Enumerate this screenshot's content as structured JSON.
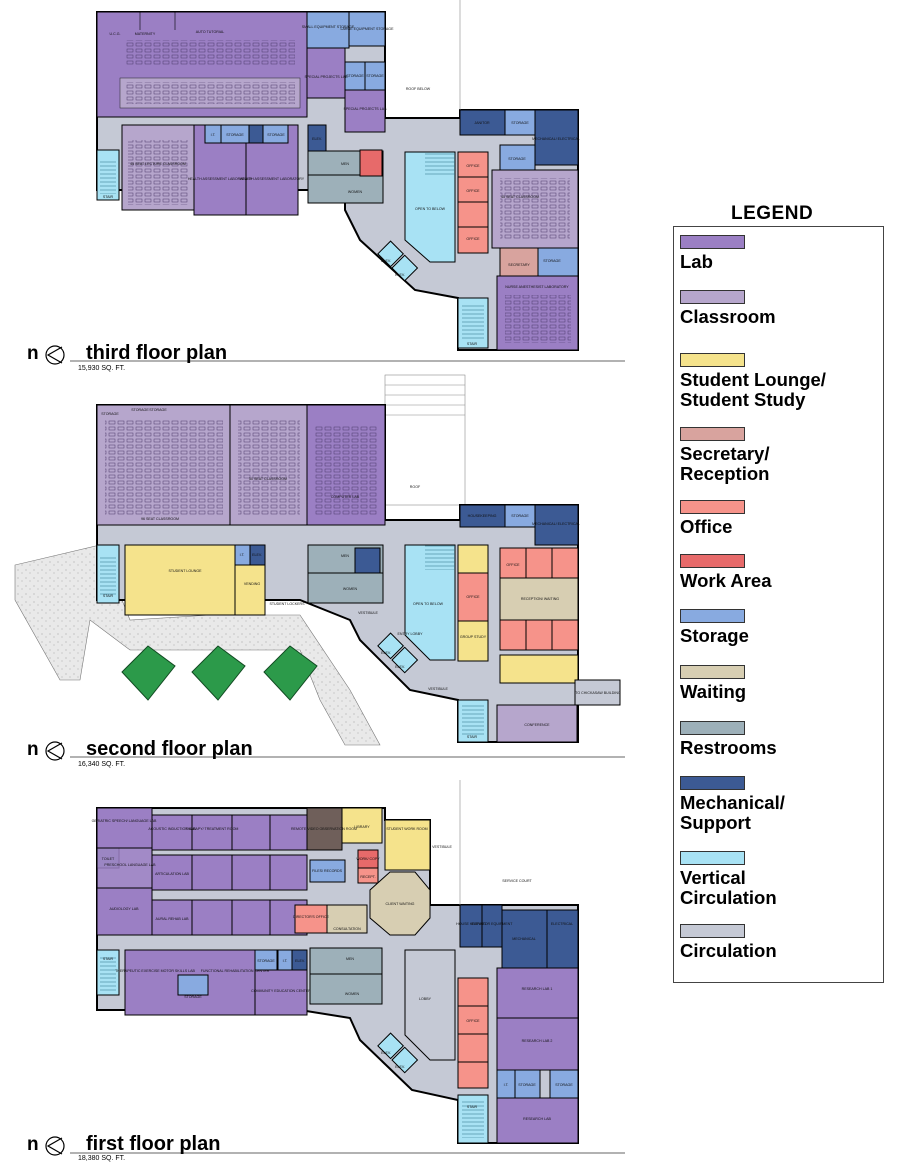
{
  "north_letter": "n",
  "floors": [
    {
      "id": "third",
      "title": "third floor plan",
      "area": "15,930 SQ. FT."
    },
    {
      "id": "second",
      "title": "second floor plan",
      "area": "16,340 SQ. FT."
    },
    {
      "id": "first",
      "title": "first floor plan",
      "area": "18,380 SQ. FT."
    }
  ],
  "legend": {
    "title": "LEGEND",
    "items": [
      {
        "label": "Lab",
        "color": "#9b7fc4"
      },
      {
        "label": "Classroom",
        "color": "#b6a6cc"
      },
      {
        "label": "Student Lounge/ Student Study",
        "color": "#f5e38c"
      },
      {
        "label": "Secretary/ Reception",
        "color": "#d8a39e"
      },
      {
        "label": "Office",
        "color": "#f6938a"
      },
      {
        "label": "Work Area",
        "color": "#e76a6a"
      },
      {
        "label": "Storage",
        "color": "#88aae0"
      },
      {
        "label": "Waiting",
        "color": "#d7ceb2"
      },
      {
        "label": "Restrooms",
        "color": "#9db0b9"
      },
      {
        "label": "Mechanical/ Support",
        "color": "#3c5a94"
      },
      {
        "label": "Vertical Circulation",
        "color": "#a8e2f4"
      },
      {
        "label": "Circulation",
        "color": "#c5c9d5"
      }
    ]
  },
  "room_labels": {
    "third": {
      "ucg": "U.C.G.",
      "maternity": "MATERNITY",
      "auto_tutorial": "AUTO TUTORIAL",
      "small_equipment_storage": "SMALL EQUIPMENT STORAGE",
      "large_equipment_storage": "LARGE EQUIPMENT STORAGE",
      "special_projects_lab": "SPECIAL PROJECTS LAB",
      "storage_a": "STORAGE",
      "storage_b": "STORAGE",
      "special_projects_lab_2": "SPECIAL PROJECTS LAB",
      "roof_below": "ROOF BELOW",
      "janitor": "JANITOR",
      "storage_c": "STORAGE",
      "mech_elec": "MECHANICAL/ ELECTRICAL",
      "seat_lecture": "45 SEAT LECTURE CLASSROOM",
      "it": "I.T.",
      "storage_d": "STORAGE",
      "storage_e": "STORAGE",
      "elev": "ELEV.",
      "health_lab_1": "HEALTH ASSESSMENT LABORATORY",
      "health_lab_2": "HEALTH ASSESSMENT LABORATORY",
      "men": "MEN",
      "women": "WOMEN",
      "open_below": "OPEN TO BELOW",
      "office_1": "OFFICE",
      "office_2": "OFFICE",
      "office_3": "OFFICE",
      "seat_classroom": "45 SEAT CLASSROOM",
      "storage_f": "STORAGE",
      "secretary": "SECRETARY",
      "storage_g": "STORAGE",
      "nurse_lab": "NURSE ANESTHESIST LABORATORY",
      "stair_1": "STAIR",
      "stair_2": "STAIR",
      "elev_1": "ELEV.",
      "elev_2": "ELEV."
    },
    "second": {
      "storage": "STORAGE",
      "storage2": "STORAGE",
      "storage3": "STORAGE",
      "classroom_96": "96 SEAT CLASSROOM",
      "classroom_50": "50 SEAT CLASSROOM",
      "computer_lab": "COMPUTER LAB",
      "roof": "ROOF",
      "housekeeping": "HOUSEKEEPING",
      "storage4": "STORAGE",
      "mech_elec": "MECHANICAL/ ELECTRICAL",
      "student_lounge": "STUDENT LOUNGE",
      "it": "I.T.",
      "elev": "ELEV.",
      "vending": "VENDING",
      "student_lockers": "STUDENT LOCKERS",
      "men": "MEN",
      "women": "WOMEN",
      "stair": "STAIR",
      "vestibule": "VESTIBULE",
      "open_below": "OPEN TO BELOW",
      "office": "OFFICE",
      "group_study": "GROUP STUDY",
      "reception": "RECEPTION/ WAITING",
      "office_a": "OFFICE",
      "entry_lobby": "ENTRY LOBBY",
      "to_chickasaw": "TO CHICKASAW BUILDING",
      "conference": "CONFERENCE",
      "vestibule2": "VESTIBULE",
      "stair2": "STAIR",
      "elev_1": "ELEV.",
      "elev_2": "ELEV."
    },
    "first": {
      "geriatric": "GERIATRIC SPEECH/ LANGUAGE LAB",
      "toilet": "TOILET",
      "preschool": "PRESCHOOL LANGUAGE LAB",
      "audiology": "AUDIOLOGY LAB",
      "acoustic": "ACOUSTIC INDUCTION LAB",
      "therapy": "THERAPY/ TREATMENT ROOM",
      "articulation": "ARTICULATION LAB",
      "aural": "AURAL REHAB LAB",
      "remote": "REMOTE VIDEO OBSERVATION ROOM",
      "library": "LIBRARY",
      "student_work": "STUDENT WORK ROOM",
      "vestibule": "VESTIBULE",
      "files": "FILES/ RECORDS",
      "work_copy": "WORK/ COPY",
      "recept": "RECEPT.",
      "client_waiting": "CLIENT WAITING",
      "directors_office": "DIRECTOR'S OFFICE",
      "consultation": "CONSULTATION",
      "service_court": "SERVICE COURT",
      "house_keeping": "HOUSE KEEPING",
      "elevator_equip": "ELEVATOR EQUIPMENT",
      "mechanical": "MECHANICAL",
      "electrical": "ELECTRICAL",
      "stair": "STAIR",
      "therapeutic": "THERAPEUTIC EXERCISE MOTOR SKILLS LAB",
      "storage": "STORAGE",
      "functional": "FUNCTIONAL REHABILITATION CENTER",
      "it": "I.T.",
      "elev": "ELEV.",
      "community": "COMMUNITY EDUCATION CENTER",
      "men": "MEN",
      "women": "WOMEN",
      "lobby": "LOBBY",
      "office": "OFFICE",
      "research_lab_1": "RESEARCH LAB 1",
      "research_lab_2": "RESEARCH LAB 2",
      "research_lab_3": "RESEARCH LAB",
      "it2": "I.T.",
      "storage2": "STORAGE",
      "storage3": "STORAGE",
      "stair2": "STAIR",
      "elev_1": "ELEV.",
      "elev_2": "ELEV."
    }
  }
}
